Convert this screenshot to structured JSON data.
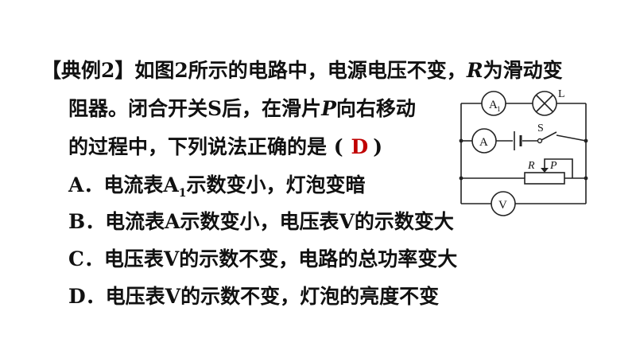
{
  "question": {
    "label": "【典例2】",
    "line1_a": "如图2所示的电路中，电源电压不变，",
    "line1_r": "R",
    "line1_b": "为滑动变",
    "line2_a": "阻器。闭合开关S后，在滑片",
    "line2_p": "P",
    "line2_b": "向右移动",
    "line3_a": "的过程中，下列说法正确的是 (",
    "answer": "D",
    "line3_b": ")",
    "colors": {
      "answer": "#c00000",
      "text": "#111111"
    }
  },
  "options": [
    {
      "prefix": "A．电流表A",
      "sub": "1",
      "suffix": "示数变小，灯泡变暗"
    },
    {
      "prefix": "B．电流表A示数变小，电压表V的示数变大",
      "sub": "",
      "suffix": ""
    },
    {
      "prefix": "C．电压表V的示数不变，电路的总功率变大",
      "sub": "",
      "suffix": ""
    },
    {
      "prefix": "D．电压表V的示数不变，灯泡的亮度不变",
      "sub": "",
      "suffix": ""
    }
  ],
  "circuit": {
    "ammeter1_label": "A",
    "ammeter1_sub": "1",
    "lamp_label": "L",
    "ammeter_label": "A",
    "switch_label": "S",
    "rheostat_r": "R",
    "rheostat_p": "P",
    "voltmeter_label": "V"
  }
}
